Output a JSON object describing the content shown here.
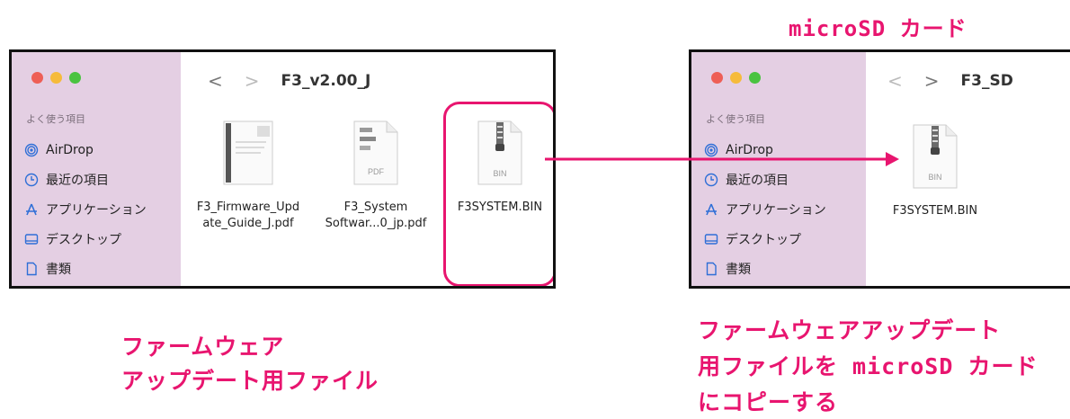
{
  "title_label": "microSD カード",
  "left_window": {
    "path": "F3_v2.00_J",
    "sidebar_header": "よく使う項目",
    "sidebar_items": [
      {
        "label": "AirDrop",
        "icon": "airdrop-icon"
      },
      {
        "label": "最近の項目",
        "icon": "clock-icon"
      },
      {
        "label": "アプリケーション",
        "icon": "apps-icon"
      },
      {
        "label": "デスクトップ",
        "icon": "desktop-icon"
      },
      {
        "label": "書類",
        "icon": "document-icon"
      }
    ],
    "files": [
      {
        "name_line1": "F3_Firmware_Upd",
        "name_line2": "ate_Guide_J.pdf",
        "icon": "pdf-document-icon"
      },
      {
        "name_line1": "F3_System",
        "name_line2": "Softwar...0_jp.pdf",
        "icon": "pdf-document-icon",
        "badge": "PDF"
      },
      {
        "name_line1": "F3SYSTEM.BIN",
        "icon": "zip-archive-icon",
        "badge": "BIN"
      }
    ]
  },
  "right_window": {
    "path": "F3_SD",
    "sidebar_header": "よく使う項目",
    "sidebar_items": [
      {
        "label": "AirDrop",
        "icon": "airdrop-icon"
      },
      {
        "label": "最近の項目",
        "icon": "clock-icon"
      },
      {
        "label": "アプリケーション",
        "icon": "apps-icon"
      },
      {
        "label": "デスクトップ",
        "icon": "desktop-icon"
      },
      {
        "label": "書類",
        "icon": "document-icon"
      }
    ],
    "files": [
      {
        "name_line1": "F3SYSTEM.BIN",
        "icon": "zip-archive-icon",
        "badge": "BIN"
      }
    ]
  },
  "caption_left": [
    "ファームウェア",
    "アップデート用ファイル"
  ],
  "caption_right": [
    "ファームウェアアップデート",
    "用ファイルを microSD カード",
    "にコピーする"
  ],
  "colors": {
    "accent": "#e8156f",
    "sidebar": "#e4cfe3",
    "link_icon": "#2f6fd7"
  }
}
